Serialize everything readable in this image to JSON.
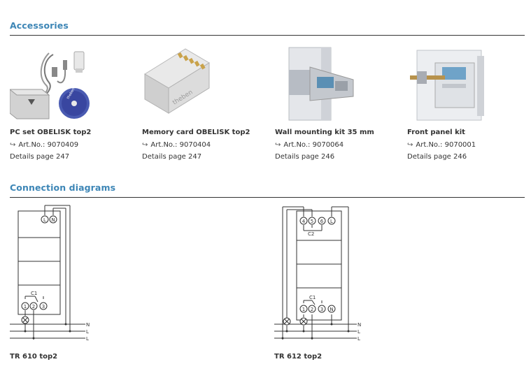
{
  "accessories": {
    "title": "Accessories",
    "items": [
      {
        "name": "PC set OBELISK top2",
        "art_prefix": "Art.No.:",
        "art_no": "9070409",
        "details": "Details page 247",
        "card_brand": "theben"
      },
      {
        "name": "Memory card OBELISK top2",
        "art_prefix": "Art.No.:",
        "art_no": "9070404",
        "details": "Details page 247",
        "card_brand": "theben"
      },
      {
        "name": "Wall mounting kit 35 mm",
        "art_prefix": "Art.No.:",
        "art_no": "9070064",
        "details": "Details page 246"
      },
      {
        "name": "Front panel kit",
        "art_prefix": "Art.No.:",
        "art_no": "9070001",
        "details": "Details page 246"
      }
    ]
  },
  "connection": {
    "title": "Connection diagrams",
    "diagrams": [
      {
        "label": "TR 610 top2",
        "top_terminals": [
          "L",
          "N"
        ],
        "bottom_terminals": [
          "1",
          "2",
          "3"
        ],
        "contact": "C1",
        "lines": [
          "N",
          "L",
          "L"
        ]
      },
      {
        "label": "TR 612 top2",
        "top_terminals": [
          "4",
          "5",
          "6",
          "L"
        ],
        "bottom_terminals": [
          "1",
          "2",
          "3",
          "N"
        ],
        "contact_top": "C2",
        "contact_bottom": "C1",
        "lines": [
          "N",
          "L",
          "L"
        ]
      }
    ]
  },
  "icons": {
    "art_arrow": "return-arrow-icon",
    "lamp": "lamp-icon"
  }
}
